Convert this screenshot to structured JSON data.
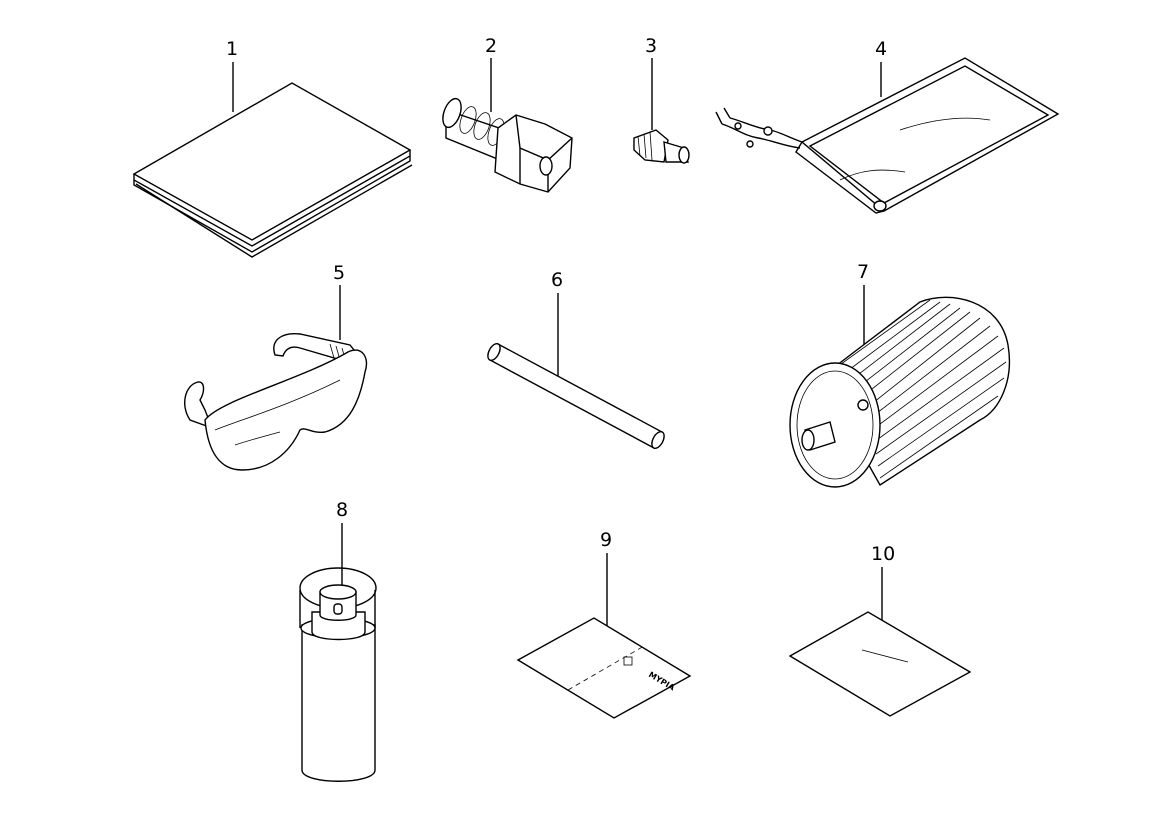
{
  "parts": [
    {
      "id": "1",
      "label": "1",
      "item": "manual-booklet"
    },
    {
      "id": "2",
      "label": "2",
      "item": "hose-fitting-hex-nut"
    },
    {
      "id": "3",
      "label": "3",
      "item": "grease-nipple"
    },
    {
      "id": "4",
      "label": "4",
      "item": "pouch-bag"
    },
    {
      "id": "5",
      "label": "5",
      "item": "safety-glasses"
    },
    {
      "id": "6",
      "label": "6",
      "item": "rod-pin"
    },
    {
      "id": "7",
      "label": "7",
      "item": "filter-cartridge"
    },
    {
      "id": "8",
      "label": "8",
      "item": "spray-can"
    },
    {
      "id": "9",
      "label": "9",
      "item": "card-sheet"
    },
    {
      "id": "10",
      "label": "10",
      "item": "sheet"
    }
  ],
  "card_text": "MYPIA",
  "colors": {
    "line": "#000000",
    "background": "#ffffff"
  }
}
